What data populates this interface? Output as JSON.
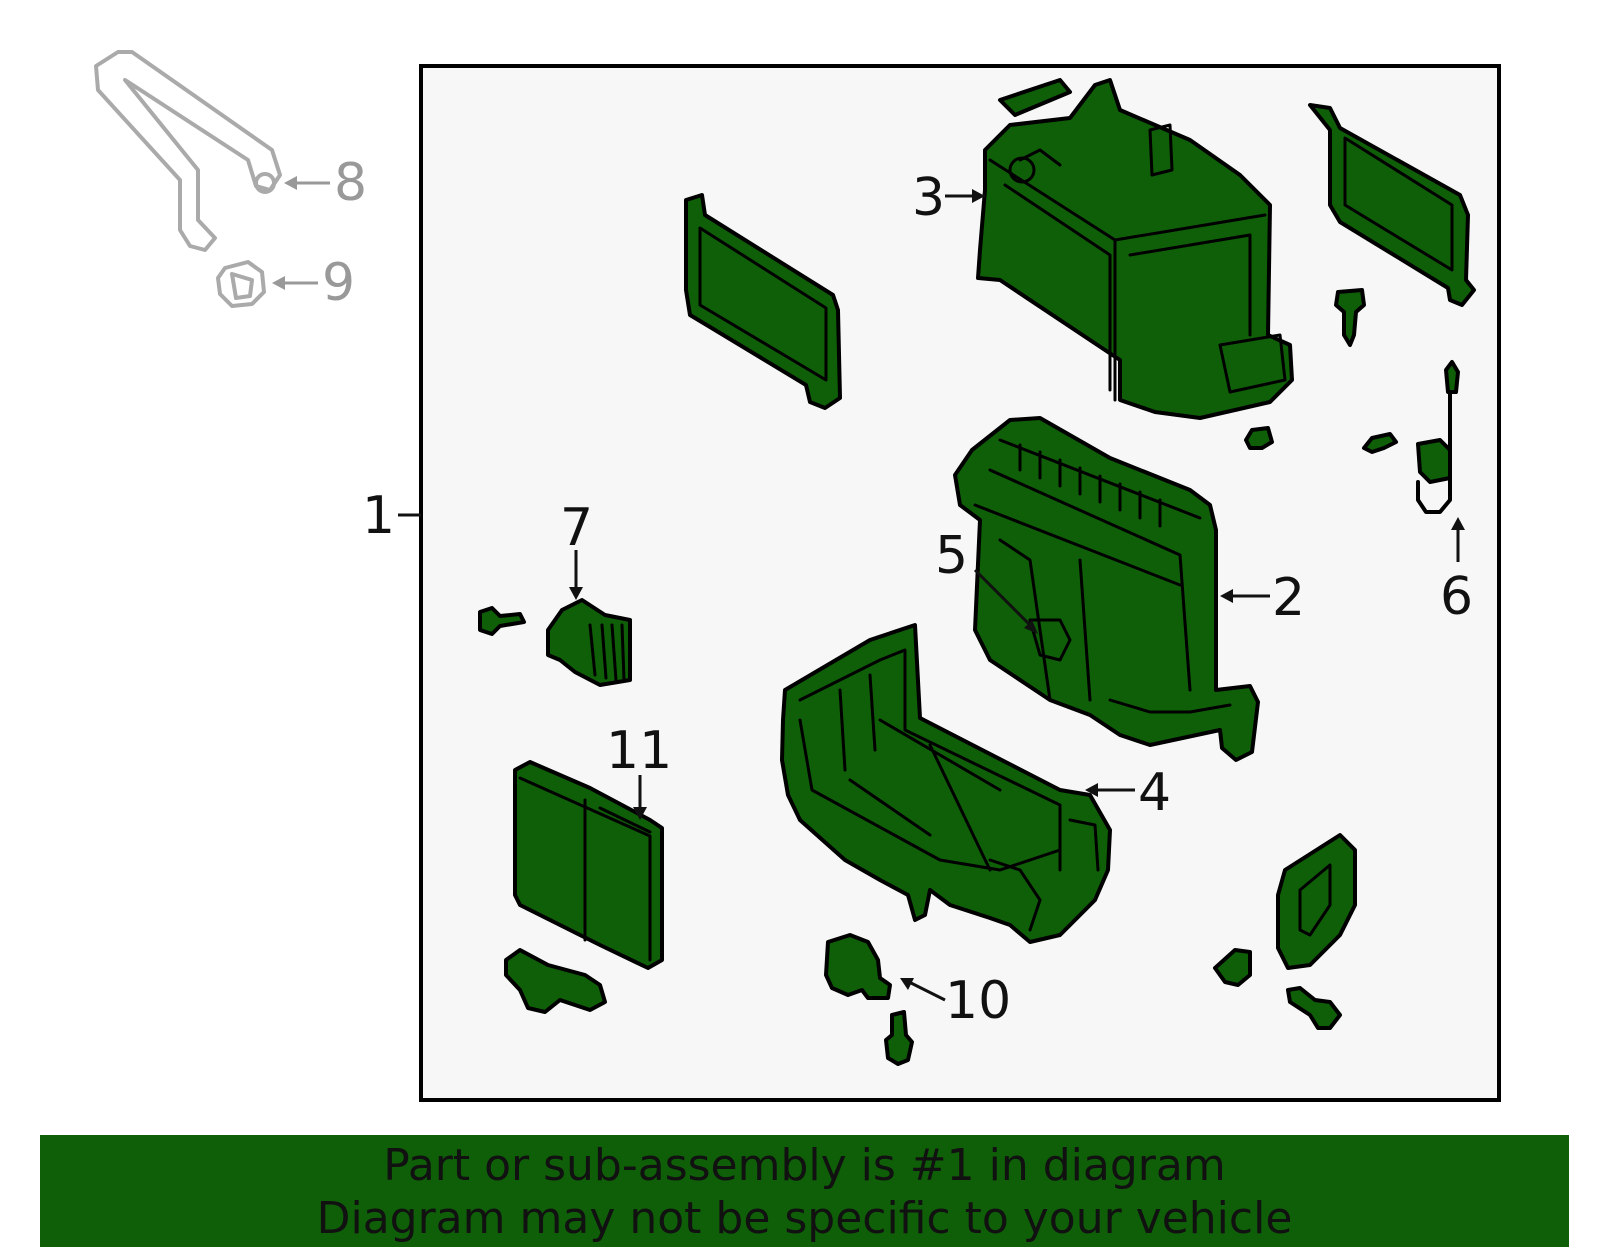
{
  "colors": {
    "part_fill": "#0f5f08",
    "banner_bg": "#0f5f08",
    "frame_bg": "#f7f7f7",
    "ghost_part": "#aaaaaa"
  },
  "callouts": {
    "c1": "1",
    "c2": "2",
    "c3": "3",
    "c4": "4",
    "c5": "5",
    "c6": "6",
    "c7": "7",
    "c8": "8",
    "c9": "9",
    "c10": "10",
    "c11": "11"
  },
  "banner": {
    "line1": "Part or sub-assembly is #1 in diagram",
    "line2": "Diagram may not be specific to your vehicle"
  }
}
